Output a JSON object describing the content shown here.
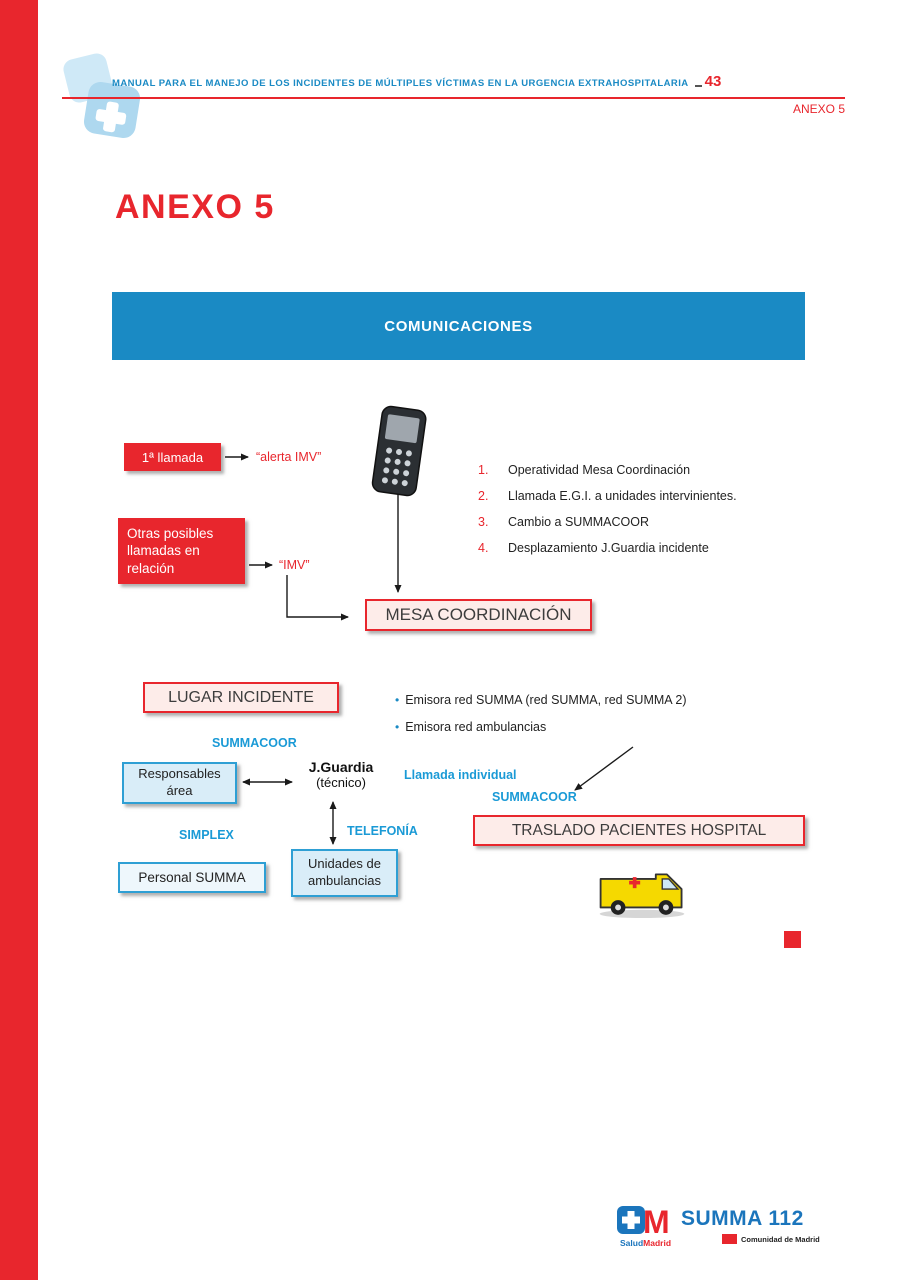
{
  "page": {
    "header": {
      "manual_title": "MANUAL PARA EL MANEJO DE LOS INCIDENTES DE MÚLTIPLES VÍCTIMAS EN LA URGENCIA EXTRAHOSPITALARIA",
      "page_number": "43",
      "annex_label": "ANEXO 5"
    },
    "title": "ANEXO 5",
    "banner": "COMUNICACIONES"
  },
  "diagram": {
    "first_call_box": "1ª llamada",
    "alert_label": "“alerta IMV”",
    "other_calls_box": "Otras posibles llamadas en relación",
    "imv_label": "“IMV”",
    "numbered_steps": [
      {
        "num": "1.",
        "text": "Operatividad Mesa Coordinación"
      },
      {
        "num": "2.",
        "text": "Llamada E.G.I. a unidades intervinientes."
      },
      {
        "num": "3.",
        "text": "Cambio a SUMMACOOR"
      },
      {
        "num": "4.",
        "text": "Desplazamiento J.Guardia incidente"
      }
    ],
    "mesa_box": "MESA COORDINACIÓN",
    "lugar_box": "LUGAR INCIDENTE",
    "bullets": [
      "Emisora red SUMMA (red SUMMA, red SUMMA 2)",
      "Emisora red ambulancias"
    ],
    "summacoor_top": "SUMMACOOR",
    "responsables_box": "Responsables área",
    "jguardia": "J.Guardia",
    "jguardia_sub": "(técnico)",
    "llamada_individual": "Llamada individual",
    "summacoor_right": "SUMMACOOR",
    "simplex": "SIMPLEX",
    "telefonia": "TELEFONÍA",
    "traslado_box": "TRASLADO PACIENTES HOSPITAL",
    "personal_box": "Personal SUMMA",
    "unidades_box": "Unidades de ambulancias"
  },
  "icons": {
    "phone": "mobile-phone-icon",
    "ambulance": "ambulance-icon",
    "manual_logo": "manual-logo",
    "salud_cross": "salud-madrid-cross-icon",
    "flag": "comunidad-madrid-flag-icon"
  },
  "footer": {
    "brand": "SUMMA 112",
    "salud": "Salud",
    "madrid": "Madrid",
    "comunidad": "Comunidad de Madrid"
  },
  "colors": {
    "red": "#e8262d",
    "banner_blue": "#1a8ac4",
    "label_blue": "#1a9ad6",
    "pink_bg": "#fdece9",
    "lightblue_bg": "#d9edf8",
    "footer_blue": "#1b75bc"
  }
}
